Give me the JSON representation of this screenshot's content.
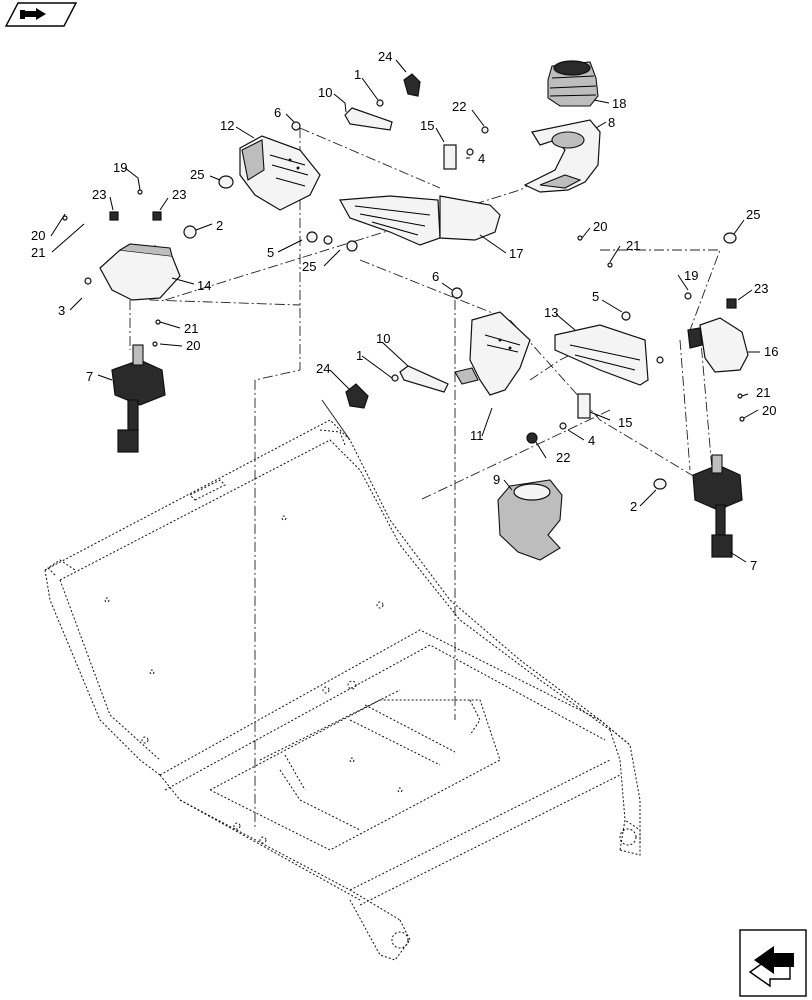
{
  "nav": {
    "top_icon": "hand-pointing-right-icon",
    "bottom_icon": "next-page-arrow-icon"
  },
  "callouts": [
    {
      "id": "c24a",
      "label": "24"
    },
    {
      "id": "c1a",
      "label": "1"
    },
    {
      "id": "c10a",
      "label": "10"
    },
    {
      "id": "c6a",
      "label": "6"
    },
    {
      "id": "c12",
      "label": "12"
    },
    {
      "id": "c22a",
      "label": "22"
    },
    {
      "id": "c15a",
      "label": "15"
    },
    {
      "id": "c4a",
      "label": "4"
    },
    {
      "id": "c18",
      "label": "18"
    },
    {
      "id": "c8",
      "label": "8"
    },
    {
      "id": "c19a",
      "label": "19"
    },
    {
      "id": "c25a",
      "label": "25"
    },
    {
      "id": "c23a",
      "label": "23"
    },
    {
      "id": "c23b",
      "label": "23"
    },
    {
      "id": "c20a",
      "label": "20"
    },
    {
      "id": "c21a",
      "label": "21"
    },
    {
      "id": "c2a",
      "label": "2"
    },
    {
      "id": "c5a",
      "label": "5"
    },
    {
      "id": "c25b",
      "label": "25"
    },
    {
      "id": "c17",
      "label": "17"
    },
    {
      "id": "c14",
      "label": "14"
    },
    {
      "id": "c3",
      "label": "3"
    },
    {
      "id": "c21b",
      "label": "21"
    },
    {
      "id": "c20b",
      "label": "20"
    },
    {
      "id": "c7a",
      "label": "7"
    },
    {
      "id": "c20c",
      "label": "20"
    },
    {
      "id": "c21c",
      "label": "21"
    },
    {
      "id": "c25c",
      "label": "25"
    },
    {
      "id": "c6b",
      "label": "6"
    },
    {
      "id": "c19b",
      "label": "19"
    },
    {
      "id": "c23c",
      "label": "23"
    },
    {
      "id": "c5b",
      "label": "5"
    },
    {
      "id": "c13",
      "label": "13"
    },
    {
      "id": "c10b",
      "label": "10"
    },
    {
      "id": "c16",
      "label": "16"
    },
    {
      "id": "c1b",
      "label": "1"
    },
    {
      "id": "c24b",
      "label": "24"
    },
    {
      "id": "c11",
      "label": "11"
    },
    {
      "id": "c15b",
      "label": "15"
    },
    {
      "id": "c4b",
      "label": "4"
    },
    {
      "id": "c22b",
      "label": "22"
    },
    {
      "id": "c21d",
      "label": "21"
    },
    {
      "id": "c20d",
      "label": "20"
    },
    {
      "id": "c9",
      "label": "9"
    },
    {
      "id": "c2b",
      "label": "2"
    },
    {
      "id": "c7b",
      "label": "7"
    }
  ]
}
